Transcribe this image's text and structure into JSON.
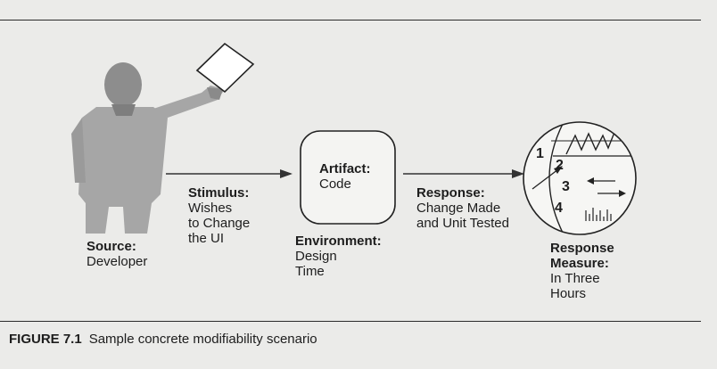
{
  "source": {
    "title": "Source:",
    "value": "Developer"
  },
  "stimulus": {
    "title": "Stimulus:",
    "lines": [
      "Wishes",
      "to Change",
      "the UI"
    ]
  },
  "artifact": {
    "title": "Artifact:",
    "value": "Code"
  },
  "environment": {
    "title": "Environment:",
    "lines": [
      "Design",
      "Time"
    ]
  },
  "response": {
    "title": "Response:",
    "lines": [
      "Change Made",
      "and Unit Tested"
    ]
  },
  "response_measure": {
    "title_lines": [
      "Response",
      "Measure:"
    ],
    "lines": [
      "In Three",
      "Hours"
    ]
  },
  "gauge": {
    "numbers": [
      "1",
      "2",
      "3",
      "4"
    ]
  },
  "caption": {
    "figure": "FIGURE 7.1",
    "text": "Sample concrete modifiability scenario"
  }
}
